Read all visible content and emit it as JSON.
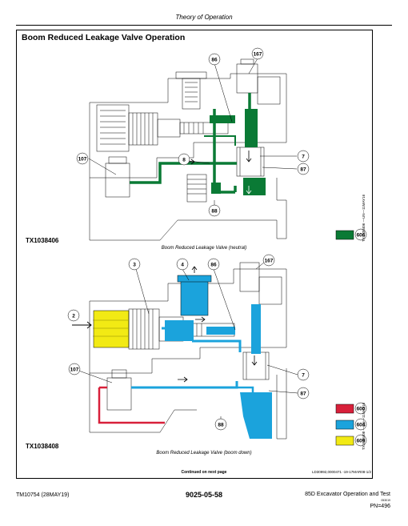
{
  "header": {
    "title": "Theory of Operation"
  },
  "section": {
    "title": "Boom Reduced Leakage Valve Operation"
  },
  "diagram1": {
    "fig_id": "TX1038406",
    "caption": "Boom Reduced Leakage Valve (neutral)",
    "side_id": "TX1038406 —UN—11MAY16",
    "callouts": [
      "86",
      "167",
      "107",
      "8",
      "7",
      "87",
      "88"
    ],
    "legend": [
      {
        "code": "606",
        "color": "#0a7a35"
      }
    ]
  },
  "diagram2": {
    "fig_id": "TX1038408",
    "caption": "Boom Reduced Leakage Valve (boom down)",
    "side_id": "TX1038408 —UN—11MAY16",
    "callouts": [
      "3",
      "4",
      "86",
      "167",
      "2",
      "107",
      "7",
      "87",
      "88"
    ],
    "legend": [
      {
        "code": "600",
        "color": "#d8203a"
      },
      {
        "code": "604",
        "color": "#1ba3dc"
      },
      {
        "code": "609",
        "color": "#f2ea14"
      }
    ]
  },
  "colors": {
    "green": "#0a7a35",
    "blue": "#1ba3dc",
    "red": "#d8203a",
    "yellow": "#f2ea14"
  },
  "frame_footer": {
    "continued": "Continued on next page",
    "doc_ref": "LD30992,0000471 -19-17MAR08-1/2"
  },
  "footer": {
    "manual": "TM10754 (28MAY19)",
    "page": "9025-05-58",
    "title": "85D Excavator Operation and Test",
    "small": "053019",
    "pn": "PN=496"
  }
}
